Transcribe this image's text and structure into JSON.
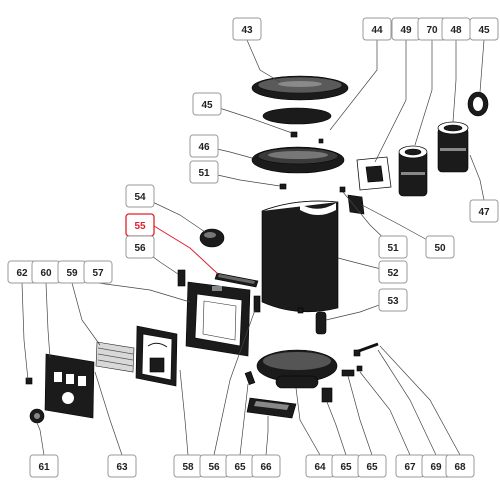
{
  "labels": [
    {
      "id": "l43",
      "text": "43"
    },
    {
      "id": "l44",
      "text": "44"
    },
    {
      "id": "l45a",
      "text": "45"
    },
    {
      "id": "l49",
      "text": "49"
    },
    {
      "id": "l70",
      "text": "70"
    },
    {
      "id": "l48",
      "text": "48"
    },
    {
      "id": "l45b",
      "text": "45"
    },
    {
      "id": "l46",
      "text": "46"
    },
    {
      "id": "l51a",
      "text": "51"
    },
    {
      "id": "l47",
      "text": "47"
    },
    {
      "id": "l54",
      "text": "54"
    },
    {
      "id": "l55",
      "text": "55"
    },
    {
      "id": "l51b",
      "text": "51"
    },
    {
      "id": "l50",
      "text": "50"
    },
    {
      "id": "l56a",
      "text": "56"
    },
    {
      "id": "l52",
      "text": "52"
    },
    {
      "id": "l62",
      "text": "62"
    },
    {
      "id": "l60",
      "text": "60"
    },
    {
      "id": "l59",
      "text": "59"
    },
    {
      "id": "l57",
      "text": "57"
    },
    {
      "id": "l53",
      "text": "53"
    },
    {
      "id": "l61",
      "text": "61"
    },
    {
      "id": "l63",
      "text": "63"
    },
    {
      "id": "l58",
      "text": "58"
    },
    {
      "id": "l56b",
      "text": "56"
    },
    {
      "id": "l65a",
      "text": "65"
    },
    {
      "id": "l66",
      "text": "66"
    },
    {
      "id": "l64",
      "text": "64"
    },
    {
      "id": "l65b",
      "text": "65"
    },
    {
      "id": "l65c",
      "text": "65"
    },
    {
      "id": "l67",
      "text": "67"
    },
    {
      "id": "l69",
      "text": "69"
    },
    {
      "id": "l68",
      "text": "68"
    }
  ],
  "highlight": {
    "label": "55",
    "color": "#e0202a"
  }
}
